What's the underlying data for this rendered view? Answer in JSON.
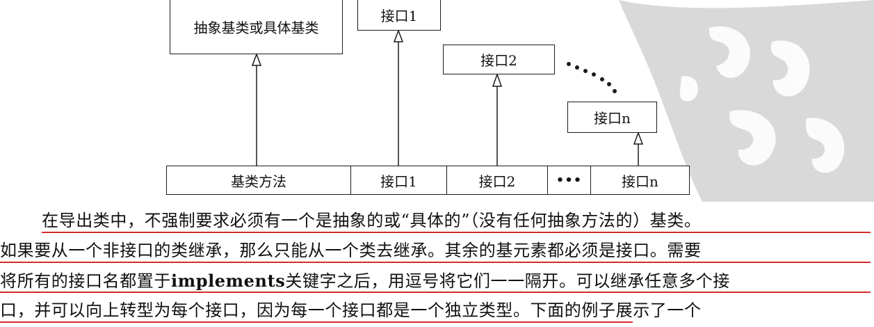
{
  "diagram": {
    "base_class": "抽象基类或具体基类",
    "interface_1": "接口1",
    "interface_2": "接口2",
    "interface_n": "接口n",
    "row_cells": [
      "基类方法",
      "接口1",
      "接口2",
      "•••",
      "接口n"
    ]
  },
  "paragraph": {
    "line1": "在导出类中，不强制要求必须有一个是抽象的或“具体的”（没有任何抽象方法的）基类。",
    "line2": "如果要从一个非接口的类继承，那么只能从一个类去继承。其余的基元素都必须是接口。需要",
    "line3_pre": "将所有的接口名都置于",
    "line3_kw": "implements",
    "line3_post": "关键字之后，用逗号将它们一一隔开。可以继承任意多个接",
    "line4": "口，并可以向上转型为每个接口，因为每一个接口都是一个独立类型。下面的例子展示了一个"
  },
  "colors": {
    "underline": "#d62a2a",
    "ink": "#1a1a1a",
    "watermark": "#d9d9d9"
  }
}
